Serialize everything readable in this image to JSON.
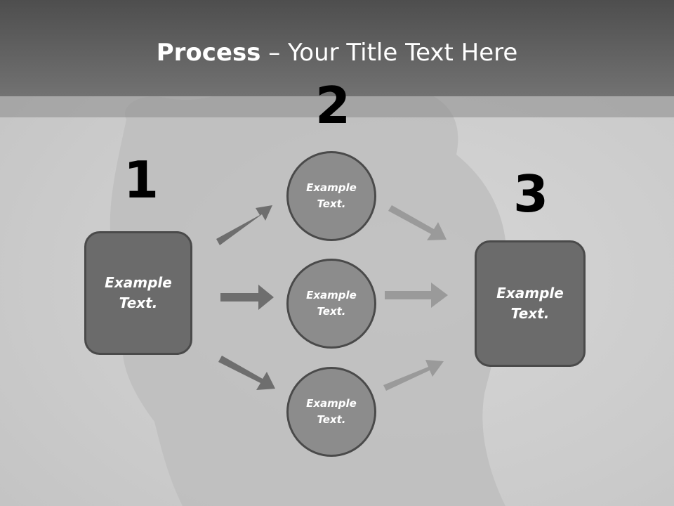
{
  "title": {
    "bold": "Process",
    "rest": " – Your Title Text Here"
  },
  "numbers": {
    "n1": "1",
    "n2": "2",
    "n3": "3"
  },
  "left_box": {
    "text": "Example\nText."
  },
  "circles": [
    {
      "text": "Example\nText."
    },
    {
      "text": "Example\nText."
    },
    {
      "text": "Example\nText."
    }
  ],
  "right_box": {
    "text": "Example\nText."
  },
  "colors": {
    "header_top": "#4e4e4e",
    "header_bottom": "#727272",
    "box": "#6b6b6b",
    "circle": "#8c8c8c",
    "arrow_dark": "#6e6e6e",
    "arrow_light": "#9a9a9a"
  }
}
